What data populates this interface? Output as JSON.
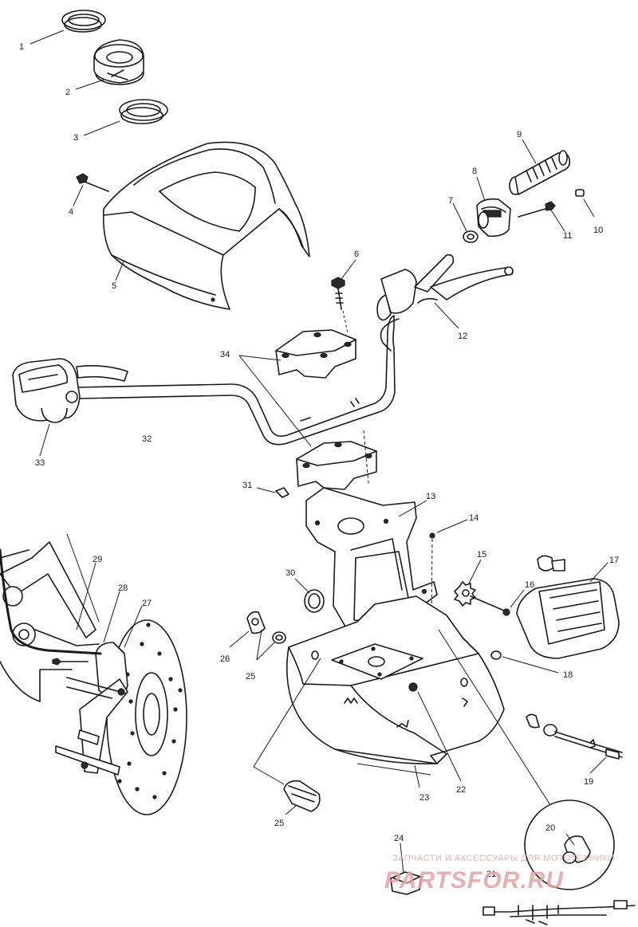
{
  "callouts": [
    "1",
    "2",
    "3",
    "4",
    "5",
    "6",
    "7",
    "8",
    "9",
    "10",
    "11",
    "12",
    "13",
    "14",
    "15",
    "16",
    "17",
    "18",
    "19",
    "20",
    "21",
    "22",
    "23",
    "24",
    "25",
    "25",
    "26",
    "27",
    "28",
    "29",
    "30",
    "31",
    "32",
    "33",
    "34"
  ],
  "watermark": {
    "tagline": "ЗАПЧАСТИ И АКСЕССУАРЫ ДЛЯ МОТОТЕХНИКИ",
    "brand": "PARTSFOR.RU",
    "color": "#e7a0a0"
  }
}
